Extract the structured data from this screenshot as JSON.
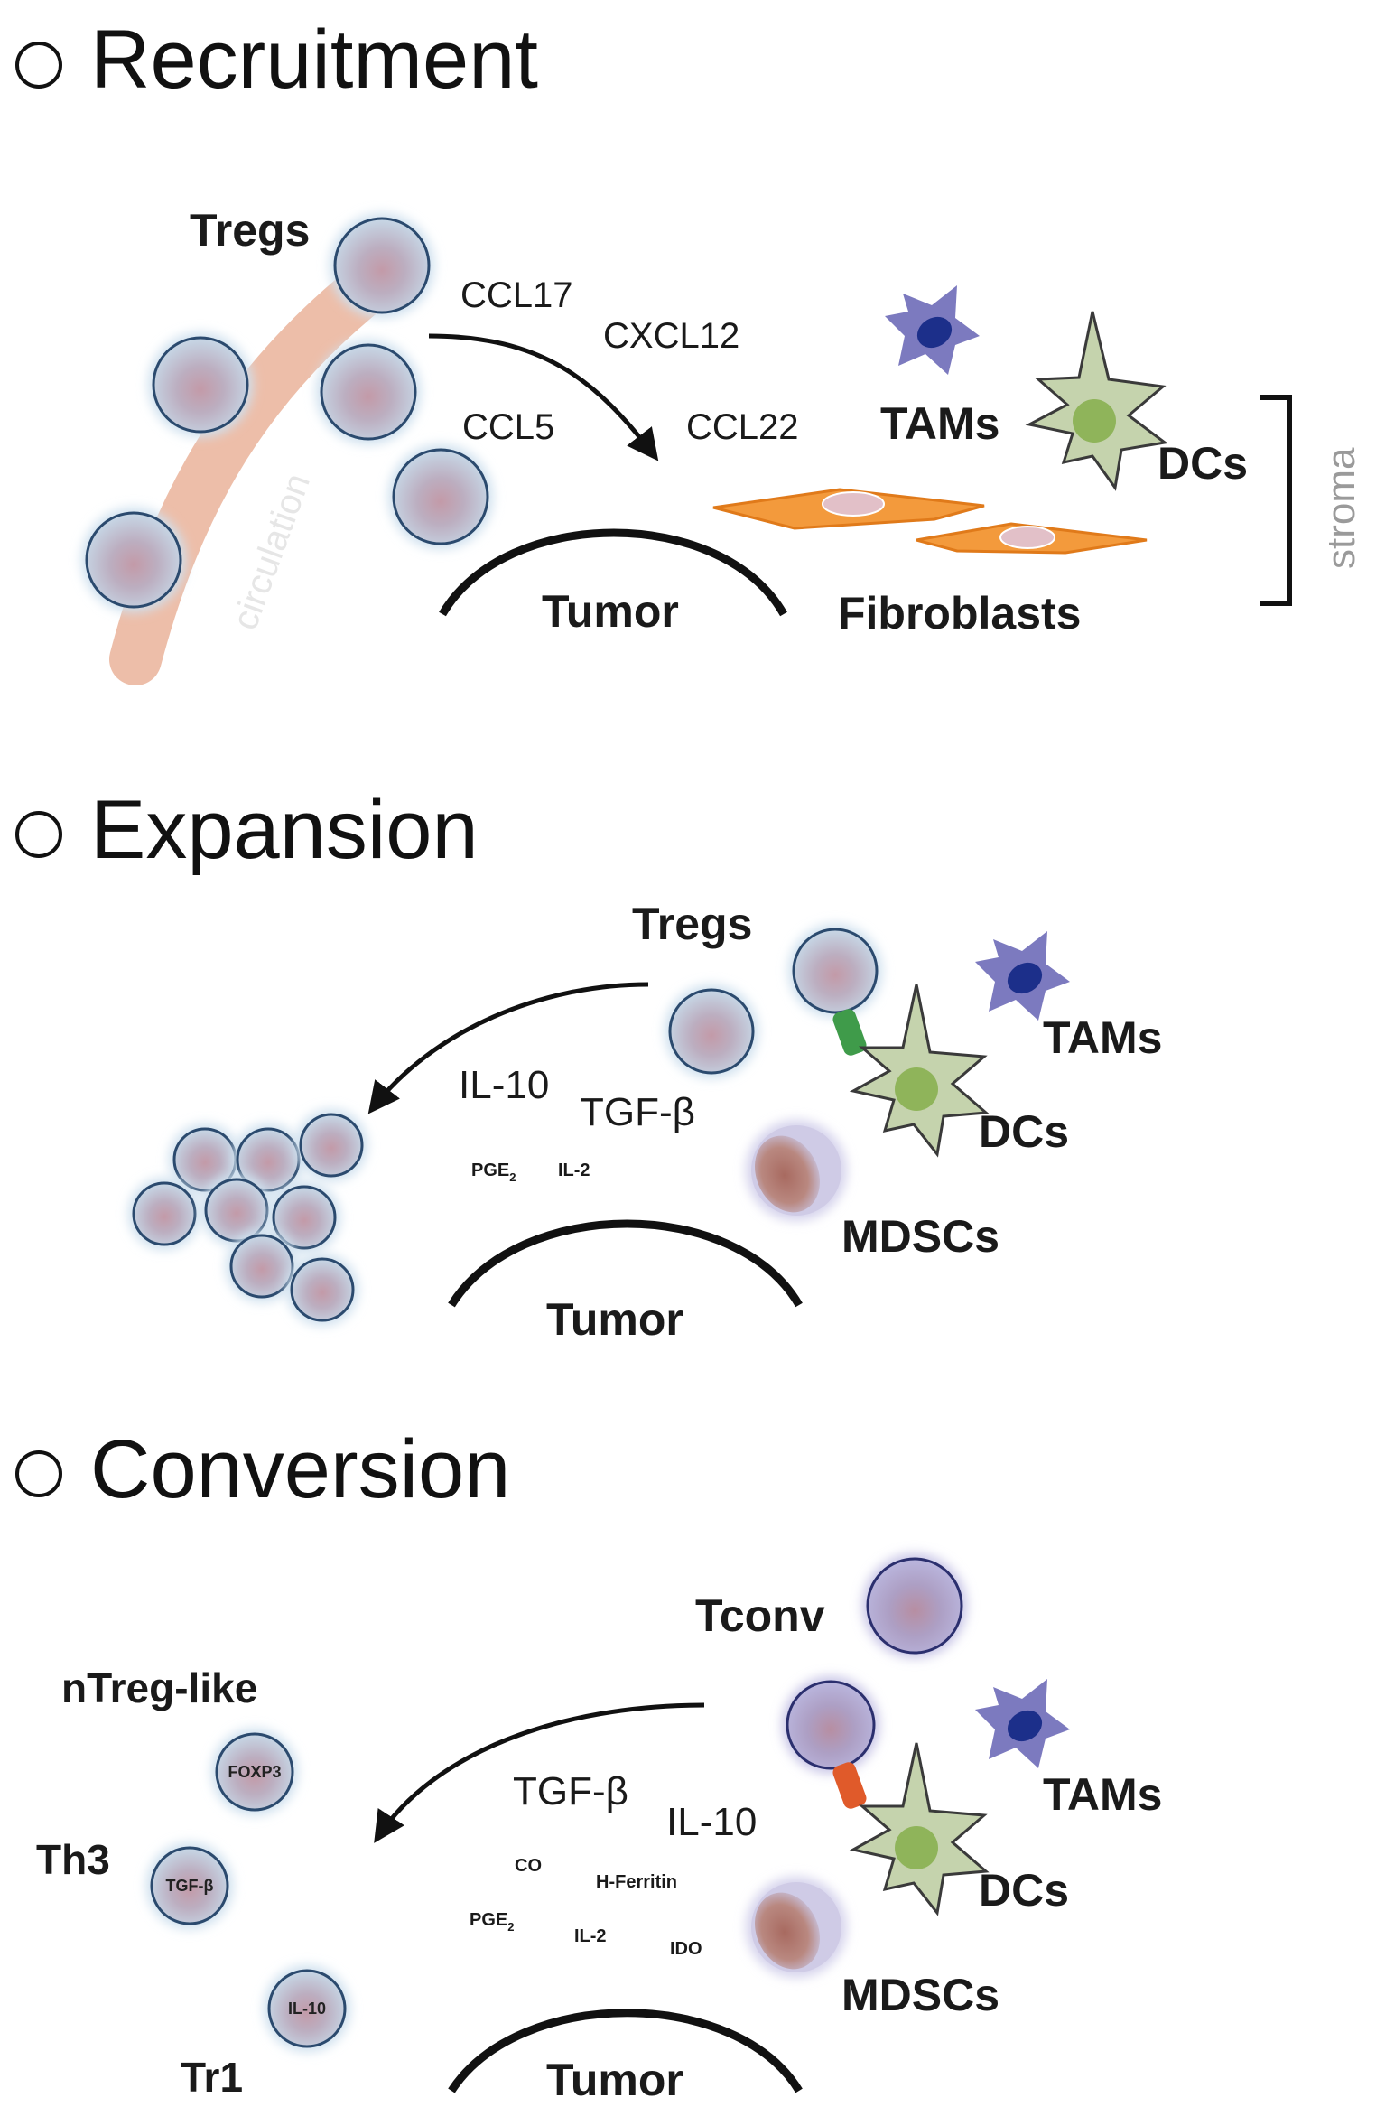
{
  "sections": {
    "recruitment": {
      "heading": "Recruitment",
      "tregs": "Tregs",
      "circulation": "circulation",
      "chemokines": [
        "CCL17",
        "CXCL12",
        "CCL5",
        "CCL22"
      ],
      "tams": "TAMs",
      "dcs": "DCs",
      "fibroblasts": "Fibroblasts",
      "stroma": "stroma",
      "tumor": "Tumor"
    },
    "expansion": {
      "heading": "Expansion",
      "tregs": "Tregs",
      "tams": "TAMs",
      "dcs": "DCs",
      "mdscs": "MDSCs",
      "tumor": "Tumor",
      "il10": "IL-10",
      "tgfb": "TGF-β",
      "pge2": "PGE",
      "pge2_sub": "2",
      "il2": "IL-2"
    },
    "conversion": {
      "heading": "Conversion",
      "tconv": "Tconv",
      "tams": "TAMs",
      "dcs": "DCs",
      "mdscs": "MDSCs",
      "tumor": "Tumor",
      "tgfb": "TGF-β",
      "il10": "IL-10",
      "co": "CO",
      "hferritin": "H-Ferritin",
      "pge2": "PGE",
      "pge2_sub": "2",
      "il2": "IL-2",
      "ido": "IDO",
      "ntreg_like": "nTreg-like",
      "th3": "Th3",
      "tr1": "Tr1",
      "foxp3": "FOXP3",
      "tgfb_inner": "TGF-β",
      "il10_inner": "IL-10"
    }
  },
  "colors": {
    "cell_fill": "#c9dbe9",
    "cell_stroke": "#2b4a6e",
    "cell_core": "#b48a9b",
    "tconv_fill": "#b8b5dc",
    "dc_fill": "#c5d3ad",
    "dc_core": "#8fb45a",
    "tam_fill": "#6e6bb8",
    "tam_core": "#1c2f8a",
    "fibro_fill": "#f39a3c",
    "circulation": "#eab39a",
    "mdsc_core": "#b3756a",
    "contact_green": "#3f9b4a",
    "contact_red": "#e05a2a"
  }
}
